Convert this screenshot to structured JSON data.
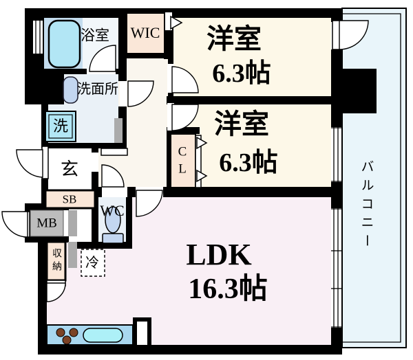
{
  "floorplan": {
    "rooms": {
      "bathroom": {
        "label": "浴室"
      },
      "wic": {
        "label": "WIC"
      },
      "bedroom1": {
        "label": "洋室",
        "size": "6.3帖"
      },
      "bedroom2": {
        "label": "洋室",
        "size": "6.3帖"
      },
      "washroom": {
        "label": "洗面所"
      },
      "washer": {
        "label": "洗"
      },
      "entrance": {
        "label": "玄"
      },
      "shoe_box": {
        "label": "SB"
      },
      "meter_box": {
        "label": "MB"
      },
      "storage": {
        "label": "収納"
      },
      "wc": {
        "label": "WC"
      },
      "refrigerator": {
        "label": "冷"
      },
      "closet": {
        "char1": "C",
        "char2": "L"
      },
      "ldk": {
        "label": "LDK",
        "size": "16.3帖"
      },
      "balcony": {
        "label": "バルコニー"
      }
    },
    "colors": {
      "wall": "#000000",
      "room_cream": "#FDF8E8",
      "ldk_pink": "#F9EFF5",
      "closet_peach": "#FAE7D8",
      "bath_floor": "#C3DCEE",
      "bathtub": "#B2E6F5",
      "washroom_blue": "#EAF1F7",
      "bathroom_white": "#F2F7FA",
      "corridor_cream": "#FAF6EE",
      "balcony_blue": "#E9F5FA",
      "meter_gray": "#BDBDBD",
      "pipe_gray": "#ABABAB",
      "kitchen_counter": "#A9D7EF",
      "sink_cyan": "#ADF0F7",
      "burner_brown": "#7B4226",
      "toilet_blue": "#C3D6F0",
      "fridge_white": "#FFFFFF"
    }
  }
}
